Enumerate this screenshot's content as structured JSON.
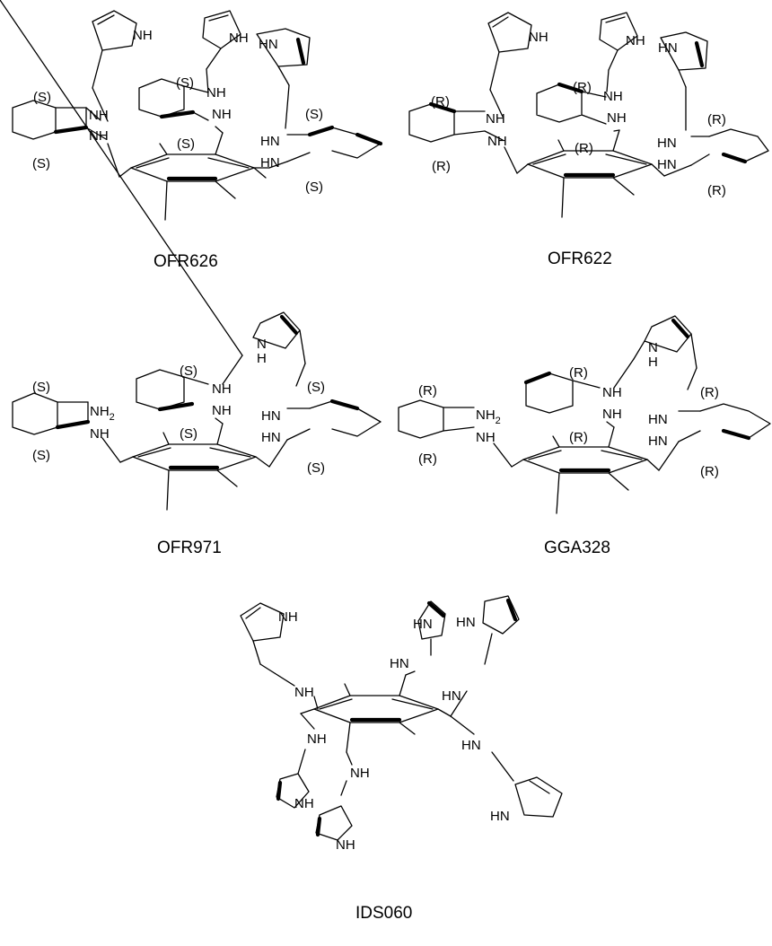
{
  "molecules": [
    {
      "id": "OFR626",
      "caption": "OFR626",
      "stereo": [
        "(S)",
        "(S)",
        "(S)",
        "(S)",
        "(S)",
        "(S)"
      ],
      "labels": [
        "NH",
        "NH",
        "NH",
        "NH",
        "NH",
        "NH",
        "HN",
        "HN",
        "HN"
      ]
    },
    {
      "id": "OFR622",
      "caption": "OFR622",
      "stereo": [
        "(R)",
        "(R)",
        "(R)",
        "(R)",
        "(R)",
        "(R)"
      ],
      "labels": [
        "NH",
        "NH",
        "NH",
        "NH",
        "NH",
        "NH",
        "HN",
        "HN",
        "HN"
      ]
    },
    {
      "id": "OFR971",
      "caption": "OFR971",
      "stereo": [
        "(S)",
        "(S)",
        "(S)",
        "(S)",
        "(S)",
        "(S)"
      ],
      "labels": [
        "NH",
        "NH",
        "NH",
        "HN",
        "HN",
        "N",
        "H"
      ],
      "nh2": {
        "main": "NH",
        "sub": "2"
      }
    },
    {
      "id": "GGA328",
      "caption": "GGA328",
      "stereo": [
        "(R)",
        "(R)",
        "(R)",
        "(R)",
        "(R)",
        "(R)"
      ],
      "labels": [
        "NH",
        "NH",
        "NH",
        "HN",
        "HN",
        "N",
        "H"
      ],
      "nh2": {
        "main": "NH",
        "sub": "2"
      }
    },
    {
      "id": "IDS060",
      "caption": "IDS060",
      "labels": [
        "NH",
        "HN",
        "HN",
        "HN",
        "HN",
        "NH",
        "NH",
        "HN",
        "NH",
        "NH",
        "HN",
        "NH"
      ]
    }
  ]
}
